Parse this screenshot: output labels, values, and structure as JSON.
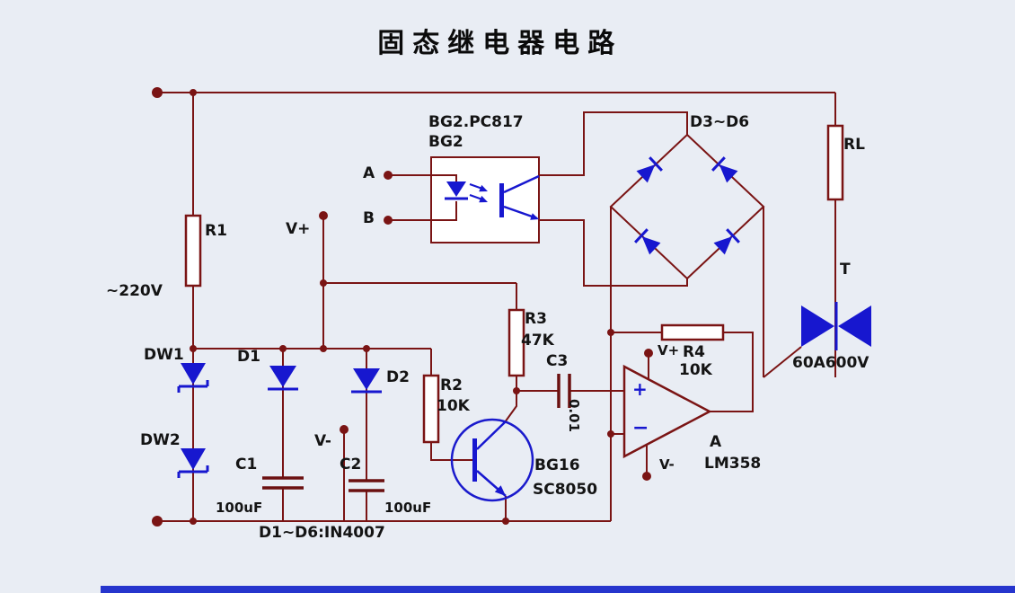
{
  "title": "固态继电器电路",
  "colors": {
    "background": "#e9edf4",
    "wire": "#7a1414",
    "component_blue": "#1717cf",
    "label": "#141414",
    "bottom_bar_blue": "#2635cd"
  },
  "power": {
    "mains": "~220V",
    "v_plus": "V+",
    "v_minus": "V-"
  },
  "inputs": {
    "a": "A",
    "b": "B"
  },
  "components": {
    "r1": {
      "name": "R1"
    },
    "rl": {
      "name": "RL"
    },
    "r2": {
      "name": "R2",
      "value": "10K"
    },
    "r3": {
      "name": "R3",
      "value": "47K"
    },
    "r4": {
      "name": "R4",
      "value": "10K"
    },
    "dw1": {
      "name": "DW1"
    },
    "dw2": {
      "name": "DW2"
    },
    "d1": {
      "name": "D1"
    },
    "d2": {
      "name": "D2"
    },
    "c1": {
      "name": "C1",
      "value": "100uF"
    },
    "c2": {
      "name": "C2",
      "value": "100uF"
    },
    "c3": {
      "name": "C3",
      "value": "0.01"
    },
    "optocoupler": {
      "label": "BG2.PC817",
      "name": "BG2"
    },
    "bridge": {
      "name": "D3~D6"
    },
    "triac": {
      "name": "T",
      "value": "60A600V"
    },
    "transistor": {
      "name": "BG16",
      "model": "SC8050"
    },
    "opamp": {
      "name": "A",
      "model": "LM358",
      "plus": "+",
      "minus": "−",
      "v_plus": "V+",
      "v_minus": "V-"
    }
  },
  "notes": {
    "diodes": "D1~D6:IN4007"
  }
}
